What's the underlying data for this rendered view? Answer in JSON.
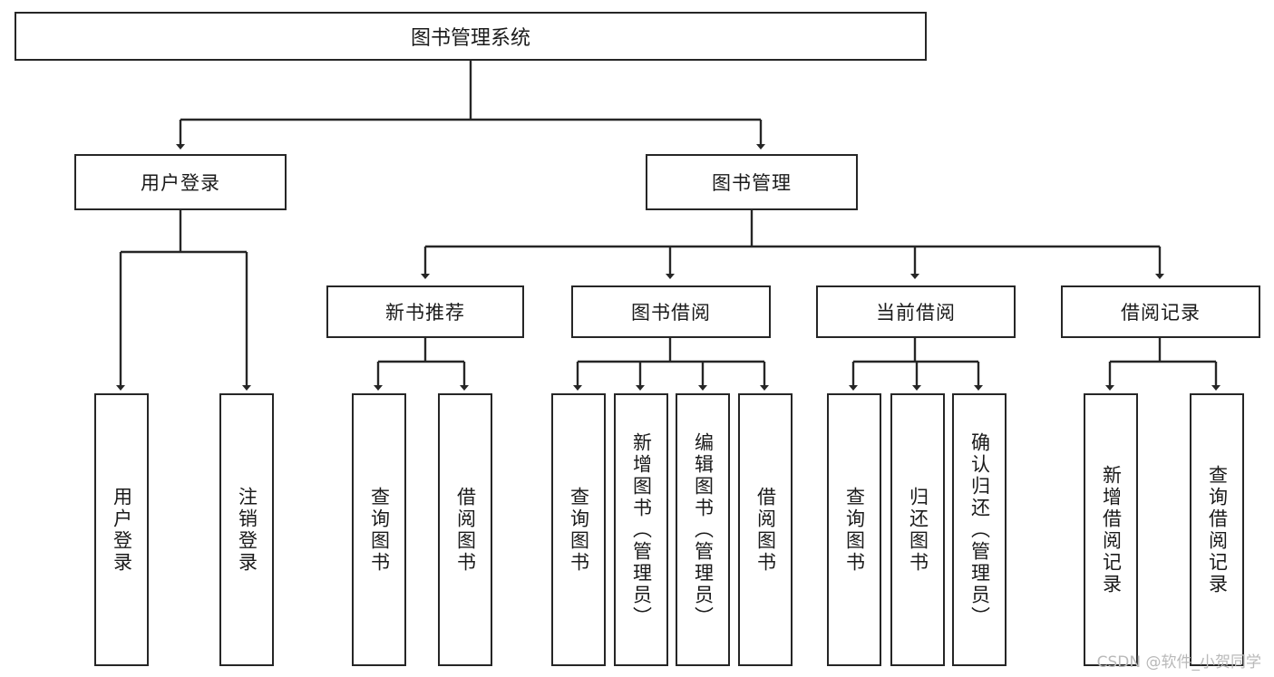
{
  "diagram": {
    "type": "hierarchy-tree",
    "title": "图书管理系统",
    "watermark": "CSDN @软件_小贺同学",
    "colors": {
      "stroke": "#262626",
      "background": "#ffffff",
      "text": "#1a1a1a",
      "watermark": "#b9b9b9"
    },
    "levels": {
      "root": {
        "label": "图书管理系统"
      },
      "level2": [
        {
          "label": "用户登录"
        },
        {
          "label": "图书管理"
        }
      ],
      "level3": [
        {
          "label": "新书推荐",
          "parent": "图书管理"
        },
        {
          "label": "图书借阅",
          "parent": "图书管理"
        },
        {
          "label": "当前借阅",
          "parent": "图书管理"
        },
        {
          "label": "借阅记录",
          "parent": "图书管理"
        }
      ],
      "leaves": [
        {
          "label": "用户登录",
          "parent": "用户登录"
        },
        {
          "label": "注销登录",
          "parent": "用户登录"
        },
        {
          "label": "查询图书",
          "parent": "新书推荐"
        },
        {
          "label": "借阅图书",
          "parent": "新书推荐"
        },
        {
          "label": "查询图书",
          "parent": "图书借阅"
        },
        {
          "label": "新增图书（管理员）",
          "parent": "图书借阅"
        },
        {
          "label": "编辑图书（管理员）",
          "parent": "图书借阅"
        },
        {
          "label": "借阅图书",
          "parent": "图书借阅"
        },
        {
          "label": "查询图书",
          "parent": "当前借阅"
        },
        {
          "label": "归还图书",
          "parent": "当前借阅"
        },
        {
          "label": "确认归还（管理员）",
          "parent": "当前借阅"
        },
        {
          "label": "新增借阅记录",
          "parent": "借阅记录"
        },
        {
          "label": "查询借阅记录",
          "parent": "借阅记录"
        }
      ]
    }
  }
}
